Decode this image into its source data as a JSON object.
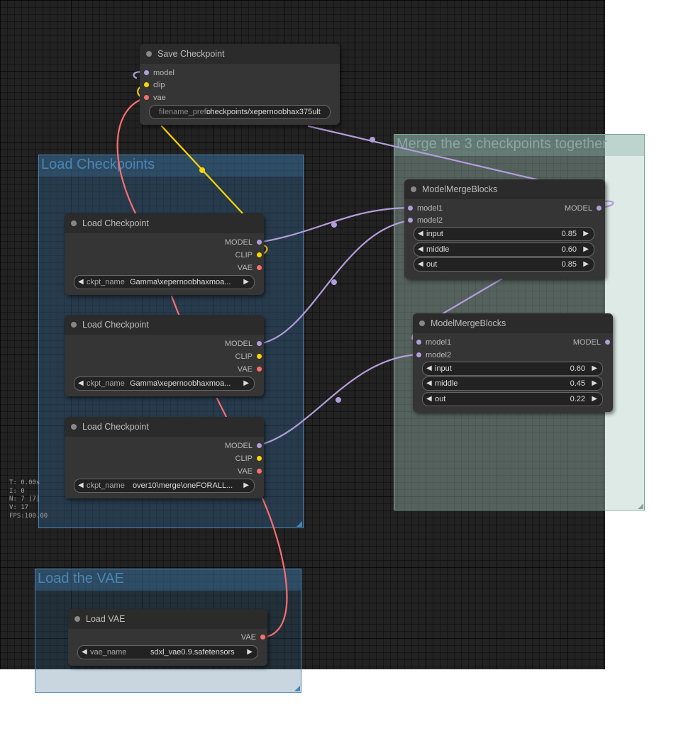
{
  "groups": {
    "load_checkpoints": "Load Checkpoints",
    "merge": "Merge the 3 checkpoints together",
    "load_vae": "Load the VAE"
  },
  "save_checkpoint": {
    "title": "Save Checkpoint",
    "inputs": [
      "model",
      "clip",
      "vae"
    ],
    "filename_label": "filename_prefix",
    "filename_value": "checkpoints/xepernoobhax375ult"
  },
  "checkpoints": [
    {
      "title": "Load Checkpoint",
      "outputs": [
        "MODEL",
        "CLIP",
        "VAE"
      ],
      "widget_label": "ckpt_name",
      "widget_value": "Gamma\\xepernoobhaxmoa..."
    },
    {
      "title": "Load Checkpoint",
      "outputs": [
        "MODEL",
        "CLIP",
        "VAE"
      ],
      "widget_label": "ckpt_name",
      "widget_value": "Gamma\\xepernoobhaxmoa..."
    },
    {
      "title": "Load Checkpoint",
      "outputs": [
        "MODEL",
        "CLIP",
        "VAE"
      ],
      "widget_label": "ckpt_name",
      "widget_value": "over10\\merge\\oneFORALL..."
    }
  ],
  "merge_blocks": [
    {
      "title": "ModelMergeBlocks",
      "inputs": [
        "model1",
        "model2"
      ],
      "output": "MODEL",
      "widgets": [
        {
          "label": "input",
          "value": "0.85"
        },
        {
          "label": "middle",
          "value": "0.60"
        },
        {
          "label": "out",
          "value": "0.85"
        }
      ]
    },
    {
      "title": "ModelMergeBlocks",
      "inputs": [
        "model1",
        "model2"
      ],
      "output": "MODEL",
      "widgets": [
        {
          "label": "input",
          "value": "0.60"
        },
        {
          "label": "middle",
          "value": "0.45"
        },
        {
          "label": "out",
          "value": "0.22"
        }
      ]
    }
  ],
  "load_vae": {
    "title": "Load VAE",
    "output": "VAE",
    "widget_label": "vae_name",
    "widget_value": "sdxl_vae0.9.safetensors"
  },
  "stats": {
    "t": "T: 0.00s",
    "i": "I: 0",
    "n": "N: 7 [7]",
    "v": "V: 17",
    "fps": "FPS:100.00"
  },
  "colors": {
    "model": "#b39ddb",
    "clip": "#ffd500",
    "vae": "#ff6e6e",
    "canvas": "#222222",
    "node": "#353535"
  }
}
